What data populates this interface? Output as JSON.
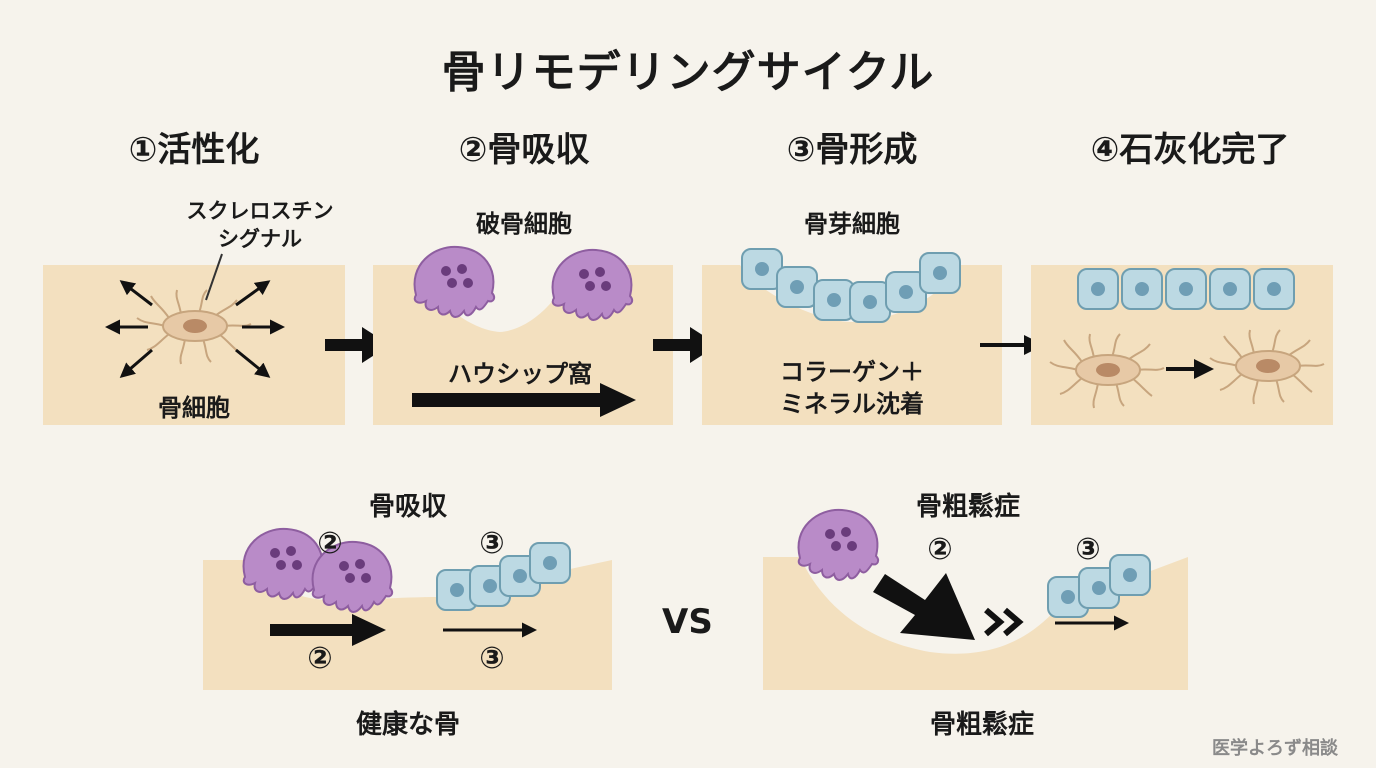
{
  "title": "骨リモデリングサイクル",
  "steps": [
    {
      "label": "①活性化"
    },
    {
      "label": "②骨吸収"
    },
    {
      "label": "③骨形成"
    },
    {
      "label": "④石灰化完了"
    }
  ],
  "panel1": {
    "signal_line1": "スクレロスチン",
    "signal_line2": "シグナル",
    "cell": "骨細胞"
  },
  "panel2": {
    "cell": "破骨細胞",
    "pit": "ハウシップ窩"
  },
  "panel3": {
    "cell": "骨芽細胞",
    "deposit_line1": "コラーゲン＋",
    "deposit_line2": "ミネラル沈着"
  },
  "compare": {
    "healthy": {
      "top_label": "骨吸収",
      "bottom_label": "健康な骨",
      "resorption_mark": "②",
      "formation_mark": "③"
    },
    "vs": "VS",
    "osteoporosis": {
      "top_label": "骨粗鬆症",
      "bottom_label": "骨粗鬆症",
      "resorption_mark": "②",
      "formation_mark": "③"
    }
  },
  "credit": "医学よろず相談",
  "colors": {
    "background": "#f6f3ec",
    "bone": "#f3e0bf",
    "osteoclast": "#b98bc8",
    "osteoblast": "#bcd9e3",
    "osteocyte": "#dcb68e",
    "arrow": "#111111"
  }
}
